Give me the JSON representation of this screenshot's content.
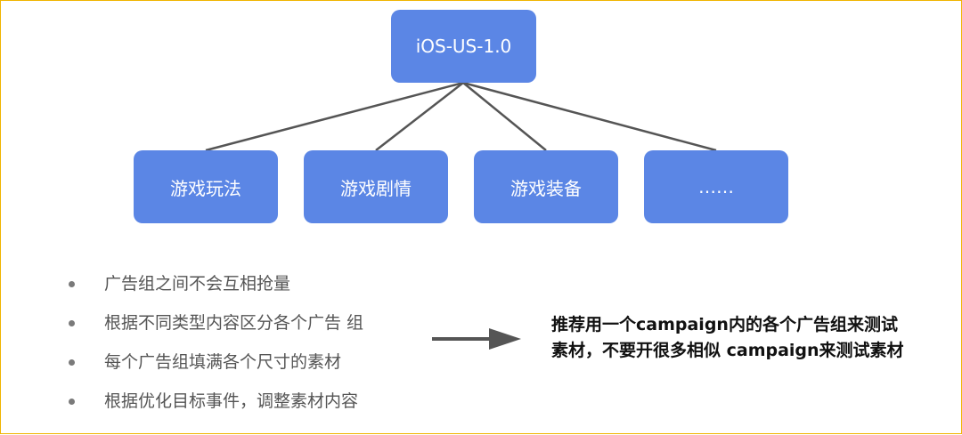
{
  "diagram": {
    "root": {
      "label": "iOS-US-1.0"
    },
    "children": [
      {
        "label": "游戏玩法"
      },
      {
        "label": "游戏剧情"
      },
      {
        "label": "游戏装备"
      },
      {
        "label": "……"
      }
    ]
  },
  "bullets": [
    "广告组之间不会互相抢量",
    "根据不同类型内容区分各个广告 组",
    "每个广告组填满各个尺寸的素材",
    "根据优化目标事件，调整素材内容"
  ],
  "note": {
    "line1": "推荐用一个campaign内的各个广告组来测试",
    "line2": "素材，不要开很多相似 campaign来测试素材"
  },
  "colors": {
    "node_fill": "#5b86e5",
    "node_text": "#ffffff",
    "connector": "#555555",
    "frame_border": "#f0b400"
  }
}
